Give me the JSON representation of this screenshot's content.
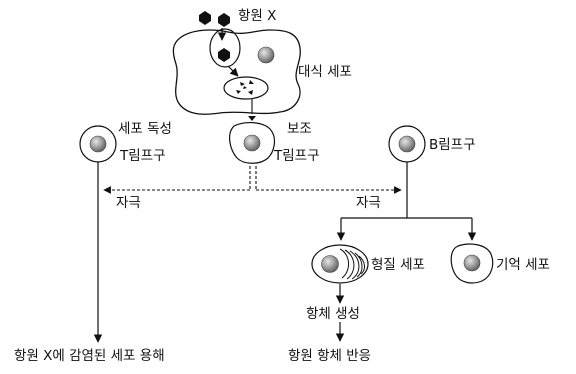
{
  "labels": {
    "antigen": "항원 X",
    "macrophage": "대식 세포",
    "cytotoxic_line1": "세포 독성",
    "cytotoxic_line2": "T림프구",
    "helper_line1": "보조",
    "helper_line2": "T림프구",
    "b_cell": "B림프구",
    "stimulus_left": "자극",
    "stimulus_right": "자극",
    "plasma_cell": "형질 세포",
    "memory_cell": "기억 세포",
    "antibody_production": "항체 생성",
    "antigen_antibody_reaction": "항원 항체 반응",
    "lysis": "항원 X에 감염된 세포 용해"
  }
}
